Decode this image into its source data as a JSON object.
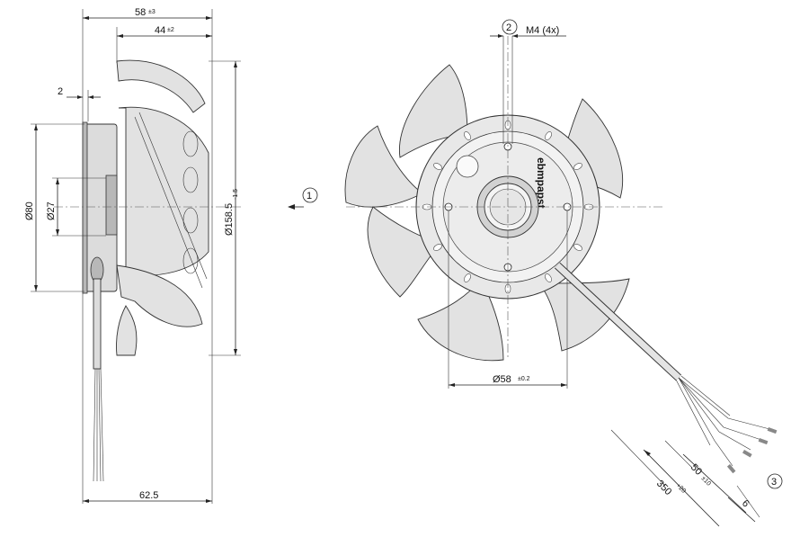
{
  "side_view": {
    "dim_depth_total": "58",
    "dim_depth_total_tol": "±3",
    "dim_depth_impeller": "44",
    "dim_depth_impeller_tol": "±2",
    "dim_flange": "2",
    "dim_dia_motor": "Ø80",
    "dim_dia_hub": "Ø27",
    "dim_dia_fan": "Ø158.5",
    "dim_dia_fan_tol": "-1.5",
    "dim_length_bottom": "62.5"
  },
  "front_view": {
    "callout_1": "1",
    "callout_2": "2",
    "callout_3": "3",
    "thread_label": "M4 (4x)",
    "dim_bolt_circle": "Ø58",
    "dim_bolt_circle_tol": "±0.2",
    "dim_cable_length": "350",
    "dim_cable_length_tol": "+20",
    "dim_strip_length": "50",
    "dim_strip_length_tol": "±10",
    "dim_end_strip": "6",
    "brand_label": "ebmpapst"
  }
}
